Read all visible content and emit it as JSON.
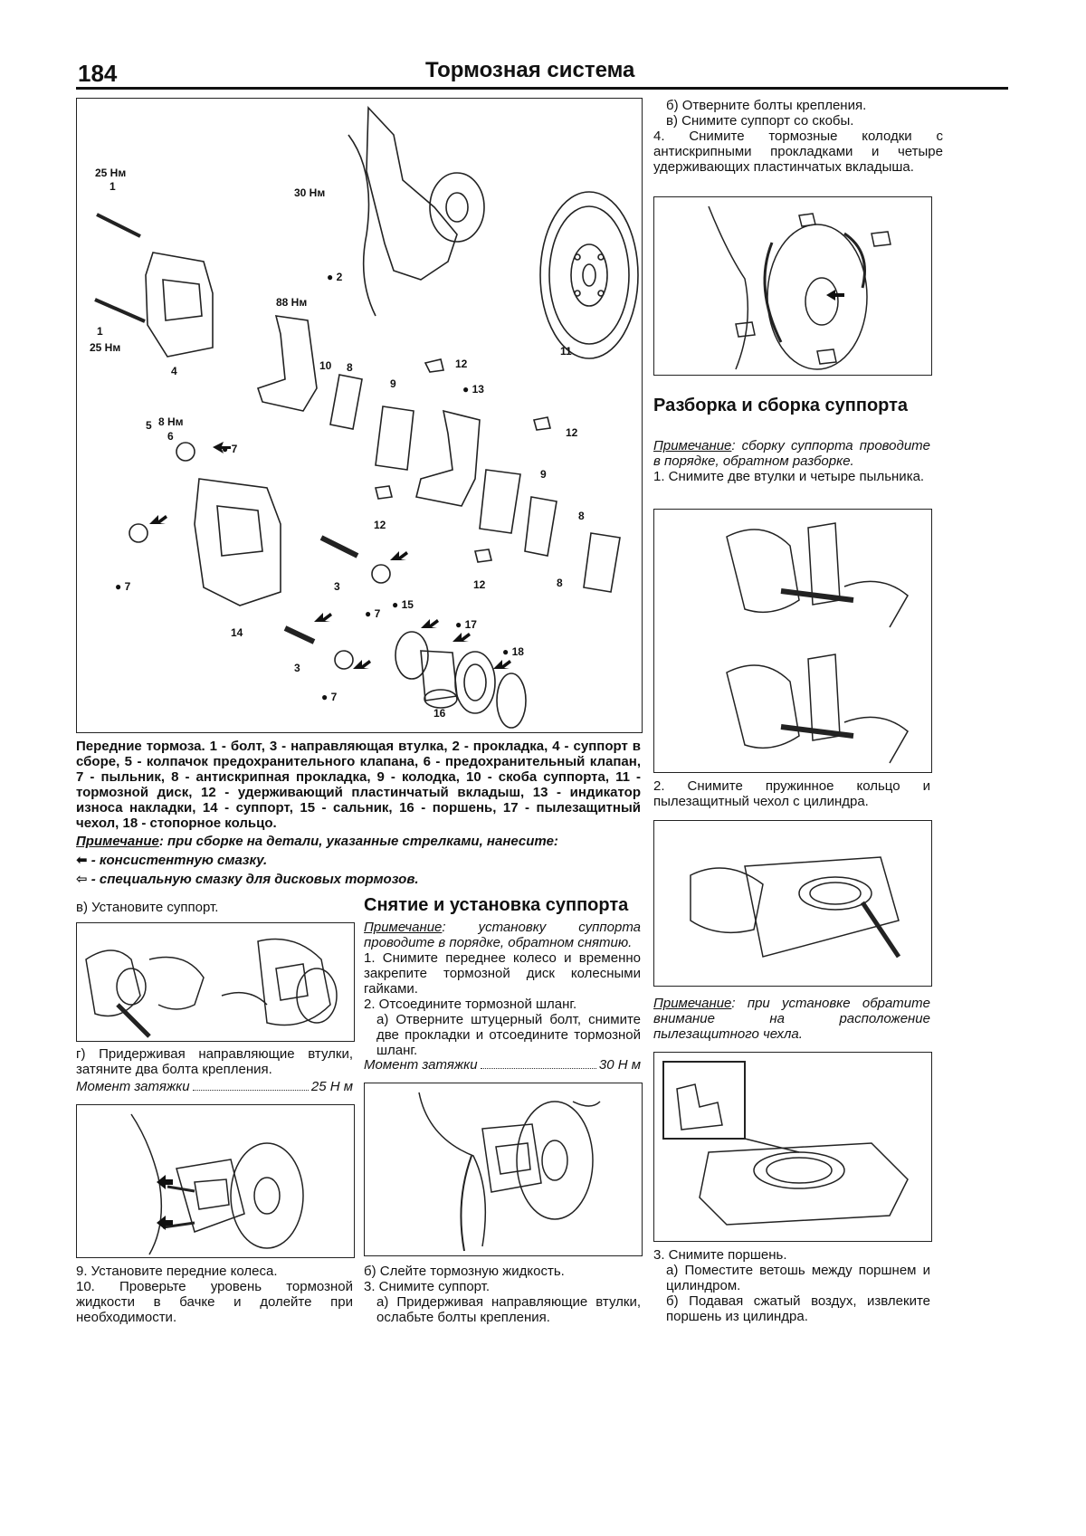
{
  "header": {
    "page_number": "184",
    "title": "Тормозная система"
  },
  "main_figure": {
    "labels": {
      "t25a": "25 Нм",
      "n1a": "1",
      "t30": "30 Нм",
      "n2": "● 2",
      "t88": "88 Нм",
      "n1b": "1",
      "t25b": "25 Нм",
      "n4": "4",
      "n10": "10",
      "n8a": "8",
      "n12a": "12",
      "n9a": "9",
      "n13": "● 13",
      "n11": "11",
      "n5": "5",
      "t8": "8 Нм",
      "n6": "6",
      "n7a": "● 7",
      "n12b": "12",
      "n9b": "9",
      "n12c": "12",
      "n8b": "8",
      "n7b": "● 7",
      "n12d": "12",
      "n8c": "8",
      "n3a": "3",
      "n7c": "● 7",
      "n15": "● 15",
      "n17": "● 17",
      "n14": "14",
      "n3b": "3",
      "n18": "● 18",
      "n16": "16",
      "n7d": "● 7"
    }
  },
  "caption": {
    "text": "Передние тормоза. 1 - болт, 3 - направляющая втулка, 2 - прокладка, 4 - суппорт в сборе, 5 - колпачок предохранительного клапана, 6 - предохранительный клапан, 7 - пыльник, 8 - антискрипная прокладка, 9 - колодка, 10 - скоба суппорта, 11 - тормозной диск, 12 - удерживающий пластинчатый вкладыш, 13 - индикатор износа накладки, 14 - суппорт, 15 - сальник, 16 - поршень, 17 - пылезащитный чехол, 18 - стопорное кольцо.",
    "note_label": "Примечание",
    "note_text": ": при сборке на детали, указанные стрелками, нанесите:",
    "legend1": "- консистентную смазку.",
    "legend2": "- специальную смазку для дисковых тормозов."
  },
  "left_col": {
    "step_v": "в) Установите суппорт.",
    "step_g": "г) Придерживая направляющие втулки, затяните два болта крепления.",
    "torque_label": "Момент затяжки",
    "torque_value": "25 Н м",
    "step_9": "9. Установите передние колеса.",
    "step_10": "10. Проверьте уровень тормозной жидкости в бачке и долейте при необходимости."
  },
  "mid_col": {
    "heading": "Снятие и установка суппорта",
    "note_label": "Примечание",
    "note_text": ": установку суппорта проводите в порядке, обратном снятию.",
    "step1": "1. Снимите переднее колесо и временно закрепите тормозной диск колесными гайками.",
    "step2": "2. Отсоедините тормозной шланг.",
    "step2a": "а) Отверните штуцерный болт, снимите две прокладки и отсоедините тормозной шланг.",
    "torque_label": "Момент затяжки",
    "torque_value": "30 Н м",
    "step_b": "б) Слейте тормозную жидкость.",
    "step3": "3. Снимите суппорт.",
    "step3a": "а) Придерживая направляющие втулки, ослабьте болты крепления."
  },
  "right_col": {
    "step_b": "б) Отверните болты крепления.",
    "step_v": "в) Снимите суппорт со скобы.",
    "step4": "4. Снимите тормозные колодки с антискрипными прокладками и четыре удерживающих пластинчатых вкладыша.",
    "heading": "Разборка и сборка суппорта",
    "note_label": "Примечание",
    "note_text": ": сборку суппорта проводите в порядке, обратном разборке.",
    "step1": "1. Снимите две втулки и четыре пыльника.",
    "step2": "2. Снимите пружинное кольцо и пылезащитный чехол с цилиндра.",
    "note2_label": "Примечание",
    "note2_text": ": при установке обратите внимание на расположение пылезащитного чехла.",
    "step3": "3. Снимите поршень.",
    "step3a": "а) Поместите ветошь между поршнем и цилиндром.",
    "step3b": "б) Подавая сжатый воздух, извлеките поршень из цилиндра."
  }
}
